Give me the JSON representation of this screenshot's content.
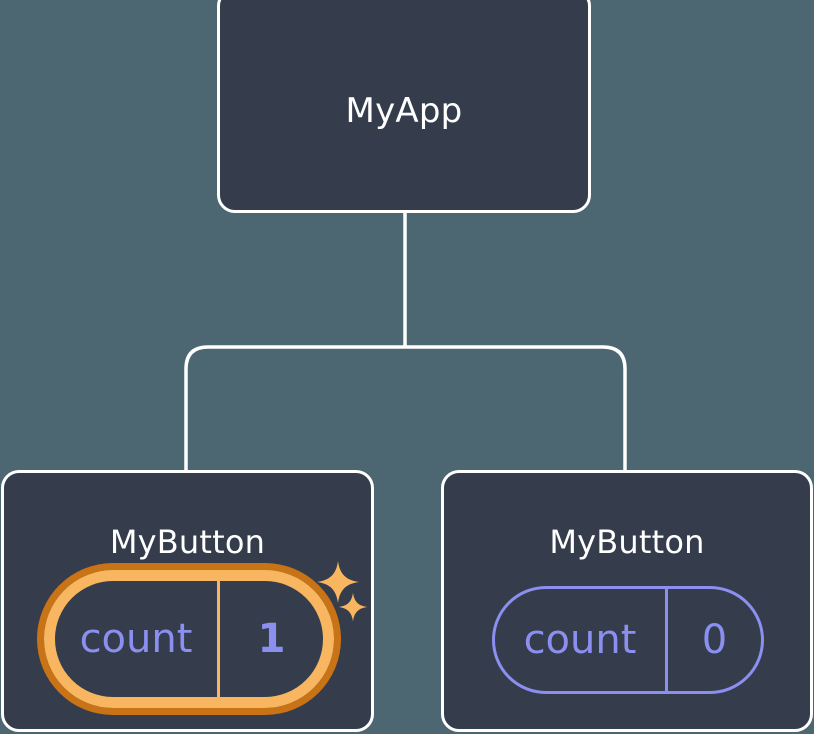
{
  "diagram": {
    "type": "component-tree",
    "title_visible": false,
    "background_color": "#4c6771",
    "node_fill_color": "#353c4b",
    "node_border_color": "#ffffff",
    "connector_color": "#ffffff",
    "accent_highlight_color": "#f7b65f",
    "accent_highlight_outer_color": "#c87316",
    "state_text_color": "#8b8ff0"
  },
  "nodes": {
    "root": {
      "label": "MyApp"
    },
    "children": [
      {
        "label": "MyButton",
        "state": {
          "key": "count",
          "value": "1"
        },
        "highlighted": true,
        "sparkles": [
          {
            "icon": "sparkle-icon",
            "size": "large"
          },
          {
            "icon": "sparkle-icon",
            "size": "small"
          }
        ]
      },
      {
        "label": "MyButton",
        "state": {
          "key": "count",
          "value": "0"
        },
        "highlighted": false,
        "sparkles": []
      }
    ]
  }
}
